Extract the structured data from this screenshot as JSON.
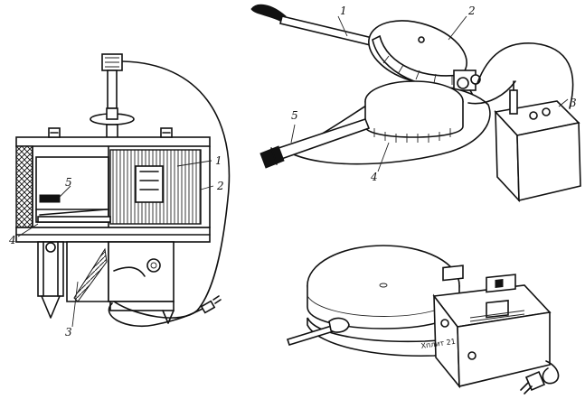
{
  "figures": [
    {
      "id": "cutaway-apparatus",
      "callouts": [
        "1",
        "2",
        "3",
        "4",
        "5"
      ]
    },
    {
      "id": "clamshell-heater",
      "callouts": [
        "1",
        "2",
        "3",
        "4",
        "5"
      ]
    },
    {
      "id": "hot-plate-device",
      "panel_label": "Хплит 21"
    }
  ]
}
